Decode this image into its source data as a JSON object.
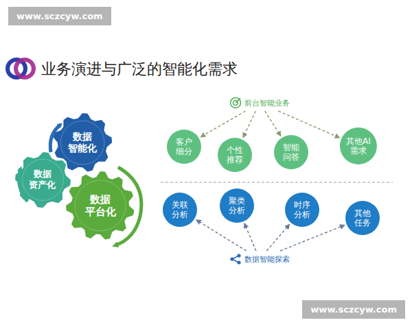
{
  "diagram": {
    "title": "业务演进与广泛的智能化需求",
    "nodes": [
      {
        "text": [
          "数据 智能化"
        ]
      },
      {
        "text": [
          "数据 资产化"
        ]
      },
      {
        "text": [
          "数据 平台化"
        ]
      },
      {
        "text": [
          "前台智能业务"
        ]
      },
      {
        "text": [
          "客户 细分"
        ]
      },
      {
        "text": [
          "个性 推荐"
        ]
      },
      {
        "text": [
          "智能 问答"
        ]
      },
      {
        "text": [
          "其他AI 需求"
        ]
      },
      {
        "text": [
          "关联 分析"
        ]
      },
      {
        "text": [
          "聚类 分析"
        ]
      },
      {
        "text": [
          "时序 分析"
        ]
      },
      {
        "text": [
          "其他 任务"
        ]
      },
      {
        "text": [
          "数据智能探索"
        ]
      }
    ],
    "edges": [
      {
        "from": 3,
        "to": 4,
        "arrow": "to"
      },
      {
        "from": 3,
        "to": 5,
        "arrow": "to"
      },
      {
        "from": 3,
        "to": 6,
        "arrow": "to"
      },
      {
        "from": 3,
        "to": 7,
        "arrow": "to"
      },
      {
        "from": 12,
        "to": 8,
        "arrow": "to"
      },
      {
        "from": 12,
        "to": 9,
        "arrow": "to"
      },
      {
        "from": 12,
        "to": 10,
        "arrow": "to"
      },
      {
        "from": 12,
        "to": 11,
        "arrow": "to"
      }
    ],
    "labels": [
      "www.sczcyw.com",
      "www.sczcyw.com"
    ]
  }
}
